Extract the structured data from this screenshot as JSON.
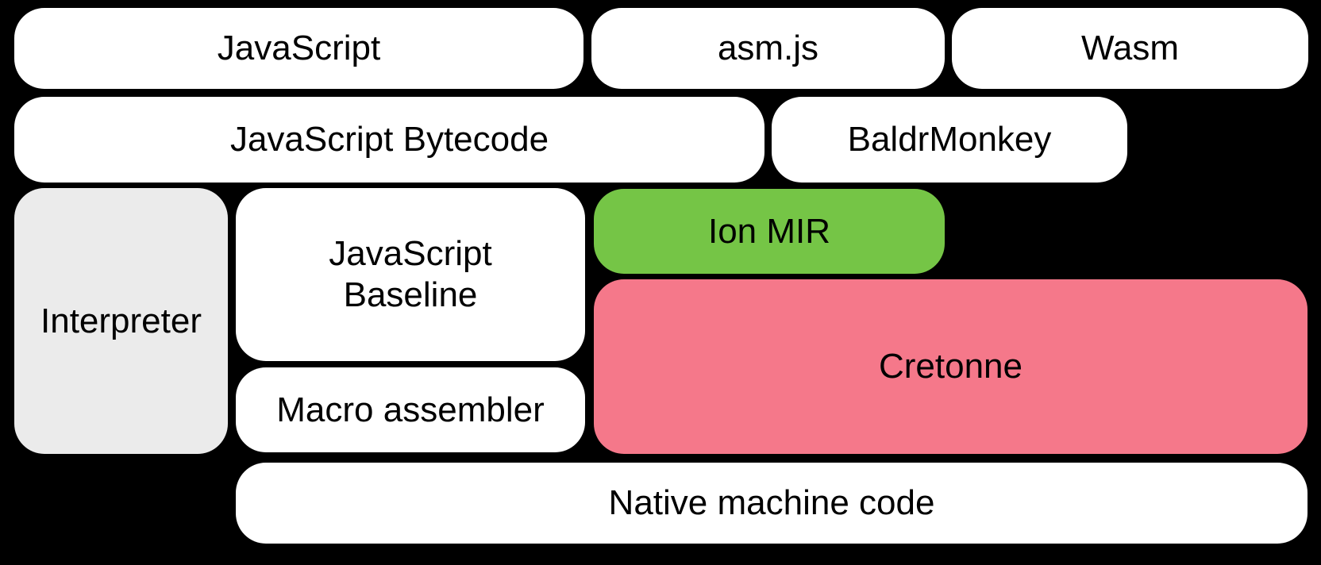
{
  "diagram": {
    "background_color": "#000000",
    "text_color": "#000000",
    "boxes": [
      {
        "id": "javascript",
        "label": "JavaScript",
        "color": "#ffffff"
      },
      {
        "id": "asm-js",
        "label": "asm.js",
        "color": "#ffffff"
      },
      {
        "id": "wasm",
        "label": "Wasm",
        "color": "#ffffff"
      },
      {
        "id": "javascript-bytecode",
        "label": "JavaScript Bytecode",
        "color": "#ffffff"
      },
      {
        "id": "baldrmonkey",
        "label": "BaldrMonkey",
        "color": "#ffffff"
      },
      {
        "id": "interpreter",
        "label": "Interpreter",
        "color": "#ebebeb"
      },
      {
        "id": "javascript-baseline",
        "label": "JavaScript Baseline",
        "color": "#ffffff"
      },
      {
        "id": "ion-mir",
        "label": "Ion MIR",
        "color": "#75c546"
      },
      {
        "id": "cretonne",
        "label": "Cretonne",
        "color": "#f5788a"
      },
      {
        "id": "macro-assembler",
        "label": "Macro assembler",
        "color": "#ffffff"
      },
      {
        "id": "native-machine-code",
        "label": "Native machine code",
        "color": "#ffffff"
      }
    ]
  }
}
